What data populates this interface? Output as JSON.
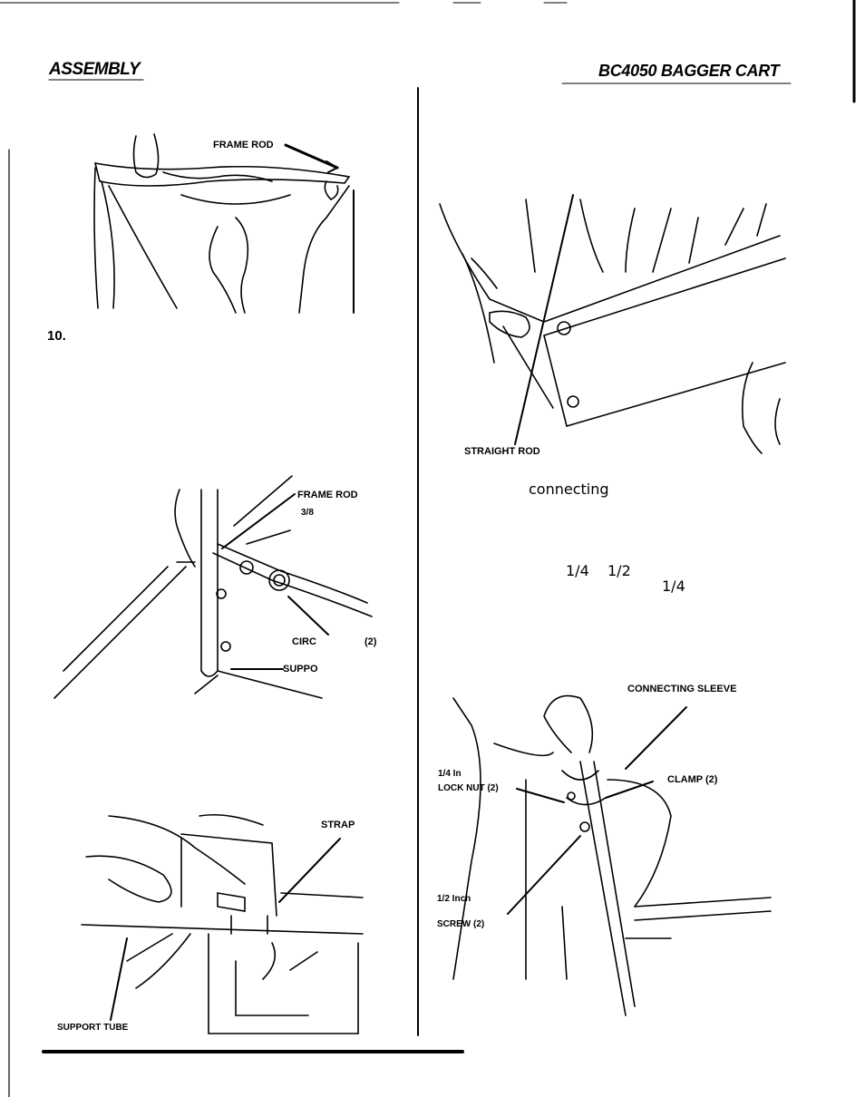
{
  "header": {
    "section": "ASSEMBLY",
    "product": "BC4050 BAGGER CART"
  },
  "step_number": "10.",
  "figure1": {
    "frame_rod": "FRAME ROD"
  },
  "figure2": {
    "straight_rod": "STRAIGHT ROD"
  },
  "figure3": {
    "frame_rod": "FRAME ROD",
    "size": "3/8",
    "circ": "CIRC",
    "qty": "(2)",
    "support": "SUPPO"
  },
  "figure4": {
    "connecting_sleeve": "CONNECTING SLEEVE",
    "lock_nut_size": "1/4 In",
    "lock_nut": "LOCK NUT (2)",
    "clamp": "CLAMP (2)",
    "screw_size": "1/2 Inch",
    "screw": "SCREW (2)"
  },
  "figure5": {
    "strap": "STRAP",
    "support_tube": "SUPPORT TUBE"
  },
  "text": {
    "connecting": "connecting",
    "frac_a": "1/4",
    "frac_b": "1/2",
    "frac_c": "1/4"
  }
}
